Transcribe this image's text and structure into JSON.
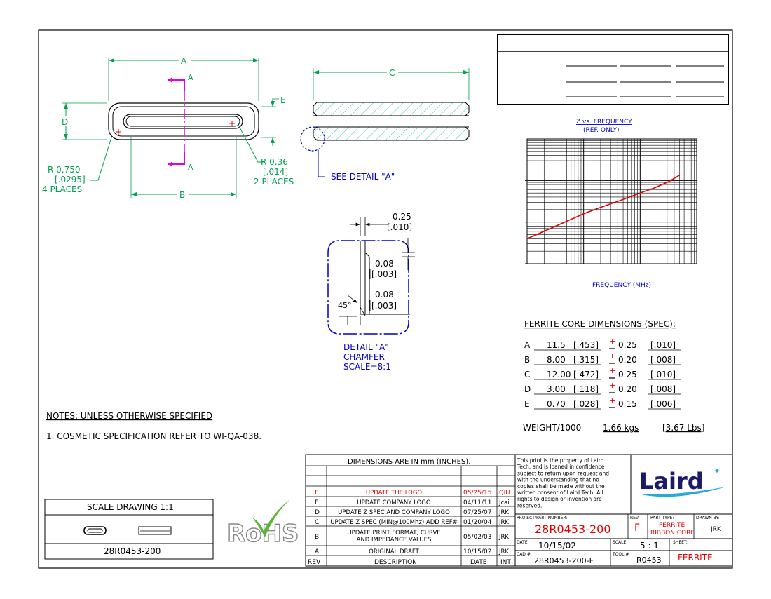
{
  "drawing": {
    "dim_labels": {
      "a": "A",
      "b": "B",
      "c": "C",
      "d": "D",
      "e": "E"
    },
    "section": {
      "top": "A",
      "bottom": "A"
    },
    "radius_left": {
      "l1": "R 0.750",
      "l2": "[.0295]",
      "l3": "4 PLACES"
    },
    "radius_right": {
      "l1": "R 0.36",
      "l2": "[.014]",
      "l3": "2 PLACES"
    },
    "see_detail": "SEE DETAIL \"A\"",
    "detail": {
      "d1a": "0.25",
      "d1b": "[.010]",
      "d2a": "0.08",
      "d2b": "[.003]",
      "d3a": "0.08",
      "d3b": "[.003]",
      "angle": "45°",
      "cap1": "DETAIL \"A\"",
      "cap2": "CHAMFER",
      "cap3": "SCALE=8:1"
    }
  },
  "graph": {
    "title": "Z vs. FREQUENCY",
    "subtitle": "(REF. ONLY)",
    "xlabel": "FREQUENCY (MHz)",
    "color": "#e00000"
  },
  "chart_data": {
    "type": "line",
    "title": "Z vs. FREQUENCY",
    "subtitle": "(REF. ONLY)",
    "xlabel": "FREQUENCY (MHz)",
    "ylabel": "",
    "xscale": "log",
    "yscale": "log",
    "grid": true,
    "x_decades": 3,
    "y_decades": 3,
    "series": [
      {
        "x": [
          0,
          0.25,
          0.5,
          0.75,
          1.0,
          1.25,
          1.5,
          1.75,
          2.0,
          2.25,
          2.5,
          2.7
        ],
        "y": [
          0.6,
          0.75,
          0.9,
          1.05,
          1.2,
          1.33,
          1.45,
          1.57,
          1.7,
          1.82,
          1.97,
          2.13
        ]
      }
    ]
  },
  "spec": {
    "title": "FERRITE CORE DIMENSIONS (SPEC):",
    "rows": [
      {
        "k": "A",
        "mm": "11.5",
        "inch": "[.453]",
        "tol": "0.25",
        "tol_in": "[.010]"
      },
      {
        "k": "B",
        "mm": "8.00",
        "inch": "[.315]",
        "tol": "0.20",
        "tol_in": "[.008]"
      },
      {
        "k": "C",
        "mm": "12.00",
        "inch": "[.472]",
        "tol": "0.25",
        "tol_in": "[.010]"
      },
      {
        "k": "D",
        "mm": "3.00",
        "inch": "[.118]",
        "tol": "0.20",
        "tol_in": "[.008]"
      },
      {
        "k": "E",
        "mm": "0.70",
        "inch": "[.028]",
        "tol": "0.15",
        "tol_in": "[.006]"
      }
    ],
    "pm_sign": "+",
    "weight_label": "WEIGHT/1000",
    "weight_kg": "1.66 kgs",
    "weight_lb": "[3.67 Lbs]"
  },
  "notes": {
    "title": "NOTES: UNLESS OTHERWISE SPECIFIED",
    "n1": "1. COSMETIC SPECIFICATION REFER TO WI-QA-038."
  },
  "scale_box": {
    "title": "SCALE DRAWING 1:1",
    "part": "28R0453-200"
  },
  "rohs": "RoHS",
  "revisions": {
    "header": "DIMENSIONS ARE IN mm (INCHES).",
    "rows": [
      {
        "rev": "F",
        "desc": "UPDATE THE LOGO",
        "date": "05/25/15",
        "int": "QIU",
        "hl": true
      },
      {
        "rev": "E",
        "desc": "UPDATE COMPANY LOGO",
        "date": "04/11/11",
        "int": "Jcai",
        "hl": false
      },
      {
        "rev": "D",
        "desc": "UPDATE Z SPEC AND COMPANY LOGO",
        "date": "07/25/07",
        "int": "JRK",
        "hl": false
      },
      {
        "rev": "C",
        "desc": "UPDATE Z SPEC (MIN@100Mhz) ADD REF#",
        "date": "01/20/04",
        "int": "JRK",
        "hl": false
      },
      {
        "rev": "B",
        "desc": "UPDATE PRINT FORMAT, CURVE",
        "desc2": "AND IMPEDANCE VALUES",
        "date": "05/02/03",
        "int": "JRK",
        "hl": false
      },
      {
        "rev": "A",
        "desc": "ORIGINAL DRAFT",
        "date": "10/15/02",
        "int": "JRK",
        "hl": false
      }
    ],
    "col_rev": "REV",
    "col_desc": "DESCRIPTION",
    "col_date": "DATE",
    "col_int": "INT"
  },
  "legal": [
    "This print is the property of Laird",
    "Tech. and is loaned in confidence",
    "subject to return upon request and",
    "with the understanding that no",
    "copies shall be made without the",
    "written consent of Laird Tech. All",
    "rights to design or invention are",
    "reserved."
  ],
  "logo": "Laird",
  "title_block": {
    "proj_label": "PROJECT/PART NUMBER:",
    "proj": "28R0453-200",
    "rev_label": "REV",
    "rev": "F",
    "type_label": "PART TYPE:",
    "type1": "FERRITE",
    "type2": "RIBBON CORE",
    "drawn_label": "DRAWN BY:",
    "drawn": "JRK",
    "date_label": "DATE:",
    "date": "10/15/02",
    "scale_label": "SCALE:",
    "scale": "5 : 1",
    "sheet_label": "SHEET:",
    "sheet": "FERRITE",
    "cad_label": "CAD #",
    "cad": "28R0453-200-F",
    "tool_label": "TOOL #",
    "tool": "R0453"
  }
}
